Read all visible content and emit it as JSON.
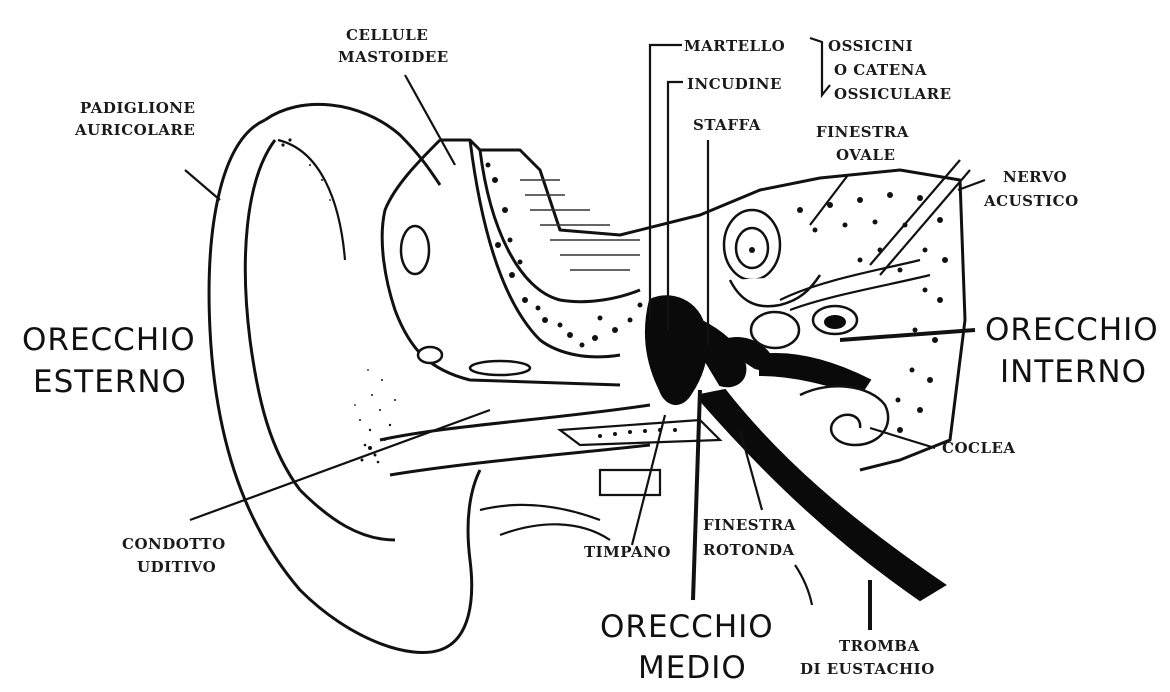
{
  "labels": {
    "padiglione_1": "PADIGLIONE",
    "padiglione_2": "AURICOLARE",
    "cellule_1": "CELLULE",
    "cellule_2": "MASTOIDEE",
    "martello": "MARTELLO",
    "incudine": "INCUDINE",
    "staffa": "STAFFA",
    "ossicini_1": "OSSICINI",
    "ossicini_2": "O CATENA",
    "ossicini_3": "OSSICULARE",
    "finestra_ovale_1": "FINESTRA",
    "finestra_ovale_2": "OVALE",
    "nervo_1": "NERVO",
    "nervo_2": "ACUSTICO",
    "orecchio_esterno_1": "ORECCHIO",
    "orecchio_esterno_2": "ESTERNO",
    "orecchio_interno_1": "ORECCHIO",
    "orecchio_interno_2": "INTERNO",
    "coclea": "COCLEA",
    "condotto_1": "CONDOTTO",
    "condotto_2": "UDITIVO",
    "timpano": "TIMPANO",
    "finestra_rotonda_1": "FINESTRA",
    "finestra_rotonda_2": "ROTONDA",
    "orecchio_medio_1": "ORECCHIO",
    "orecchio_medio_2": "MEDIO",
    "tromba_1": "TROMBA",
    "tromba_2": "DI EUSTACHIO"
  },
  "colors": {
    "ink": "#111111",
    "paper": "#ffffff"
  }
}
